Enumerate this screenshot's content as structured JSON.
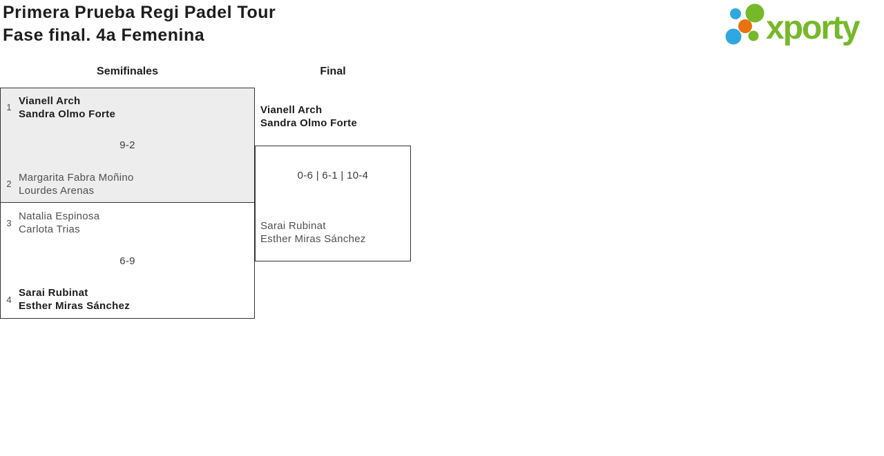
{
  "page": {
    "title_line1": "Primera Prueba Regi Padel Tour",
    "title_line2": "Fase final. 4a Femenina"
  },
  "logo": {
    "brand": "xporty",
    "colors": {
      "green": "#76b82a",
      "blue": "#2fa8e0",
      "orange": "#e8720c"
    }
  },
  "bracket": {
    "rounds": [
      {
        "label": "Semifinales"
      },
      {
        "label": "Final"
      }
    ],
    "semifinals": [
      {
        "score": "9-2",
        "teams": [
          {
            "seed": "1",
            "players": [
              "Vianell Arch",
              "Sandra Olmo Forte"
            ],
            "winner": true
          },
          {
            "seed": "2",
            "players": [
              "Margarita Fabra Moñino",
              "Lourdes Arenas"
            ],
            "winner": false
          }
        ]
      },
      {
        "score": "6-9",
        "teams": [
          {
            "seed": "3",
            "players": [
              "Natalia Espinosa",
              "Carlota Trias"
            ],
            "winner": false
          },
          {
            "seed": "4",
            "players": [
              "Sarai Rubinat",
              "Esther Miras Sánchez"
            ],
            "winner": true
          }
        ]
      }
    ],
    "final": {
      "score": "0-6 | 6-1 | 10-4",
      "teams": [
        {
          "players": [
            "Vianell Arch",
            "Sandra Olmo Forte"
          ],
          "winner": true
        },
        {
          "players": [
            "Sarai Rubinat",
            "Esther Miras Sánchez"
          ],
          "winner": false
        }
      ]
    }
  },
  "style": {
    "match_fill_alt": "#ededed",
    "border_color": "#333333"
  }
}
